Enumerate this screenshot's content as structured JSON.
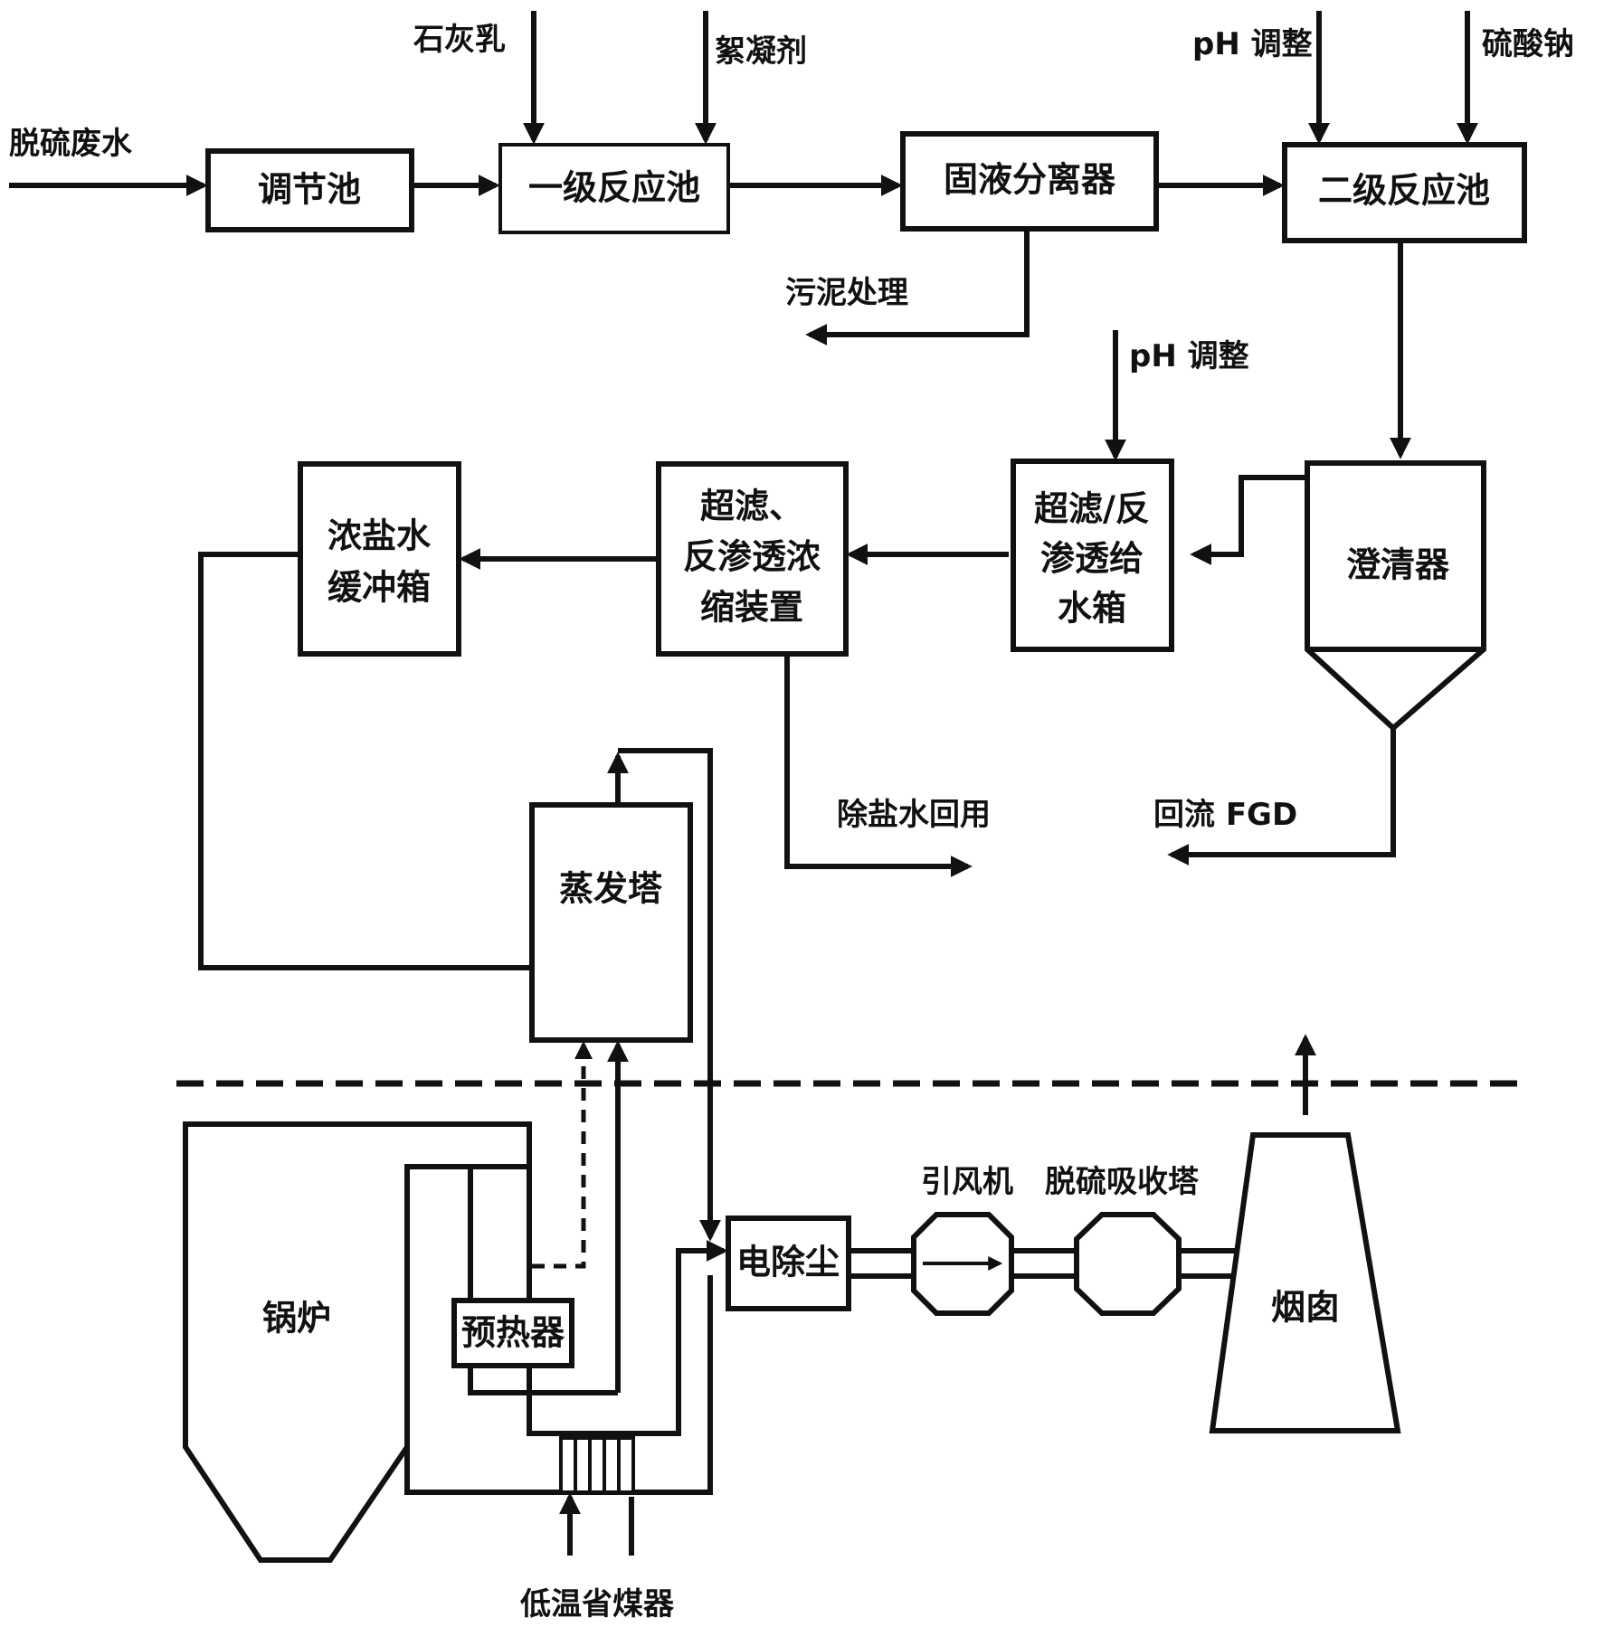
{
  "diagram": {
    "units": {
      "adjust_tank": "调节池",
      "primary_reactor": "一级反应池",
      "solid_liquid_separator": "固液分离器",
      "secondary_reactor": "二级反应池",
      "clarifier": "澄清器",
      "ro_feed_tank": [
        "超滤/反",
        "渗透给",
        "水箱"
      ],
      "ro_concentrator": [
        "超滤、",
        "反渗透浓",
        "缩装置"
      ],
      "brine_buffer_tank": [
        "浓盐水",
        "缓冲箱"
      ],
      "evaporation_tower": "蒸发塔",
      "boiler": "锅炉",
      "preheater": "预热器",
      "electrostatic_precipitator": "电除尘",
      "chimney": "烟囱"
    },
    "labels": {
      "desulfurization_wastewater": "脱硫废水",
      "lime_milk": "石灰乳",
      "flocculant": "絮凝剂",
      "ph_adjust_top": "pH 调整",
      "sodium_sulfide": "硫酸钠",
      "sludge_treatment": "污泥处理",
      "ph_adjust_mid": "pH 调整",
      "demineralized_reuse": "除盐水回用",
      "return_fgd": "回流 FGD",
      "induced_draft_fan": "引风机",
      "desulfurization_absorber": "脱硫吸收塔",
      "low_temp_economizer": "低温省煤器"
    }
  }
}
